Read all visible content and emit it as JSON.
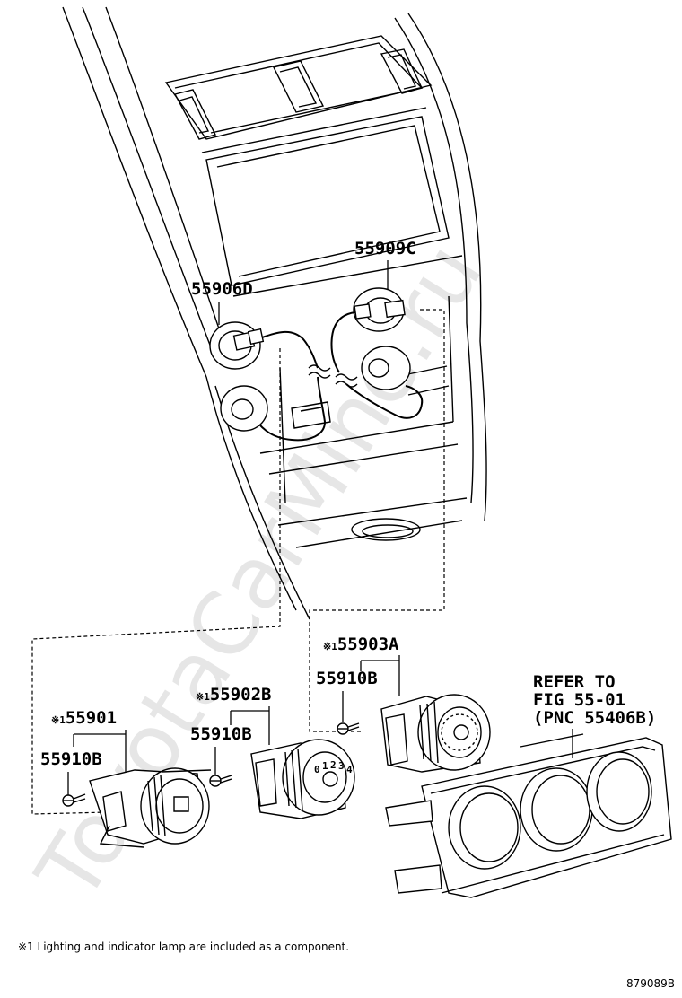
{
  "watermark": "ToyotaCarMine.ru",
  "parts": {
    "p55909c": "55909C",
    "p55906d": "55906D",
    "p55903a": "55903A",
    "p55910b_a": "55910B",
    "p55902b": "55902B",
    "p55910b_b": "55910B",
    "p55901": "55901",
    "p55910b_c": "55910B",
    "footnote_mark": "※1"
  },
  "refer": {
    "line1": "REFER TO",
    "line2": "FIG 55-01",
    "line3": "(PNC 55406B)"
  },
  "knob_numbers": [
    "0",
    "1",
    "2",
    "3",
    "4"
  ],
  "footnote": "※1 Lighting and indicator lamp are included as a component.",
  "figure_id": "879089B"
}
